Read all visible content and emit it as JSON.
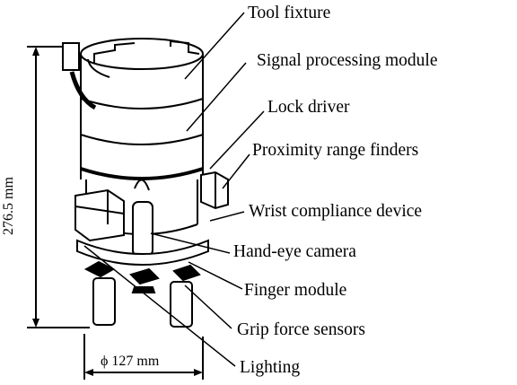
{
  "labels": {
    "tool_fixture": "Tool fixture",
    "signal_processing_module": "Signal processing module",
    "lock_driver": "Lock driver",
    "proximity_range_finders": "Proximity range finders",
    "wrist_compliance_device": "Wrist compliance device",
    "hand_eye_camera": "Hand-eye camera",
    "finger_module": "Finger module",
    "grip_force_sensors": "Grip force sensors",
    "lighting": "Lighting"
  },
  "dimensions": {
    "height": "276.5 mm",
    "diameter": "ϕ 127 mm"
  }
}
